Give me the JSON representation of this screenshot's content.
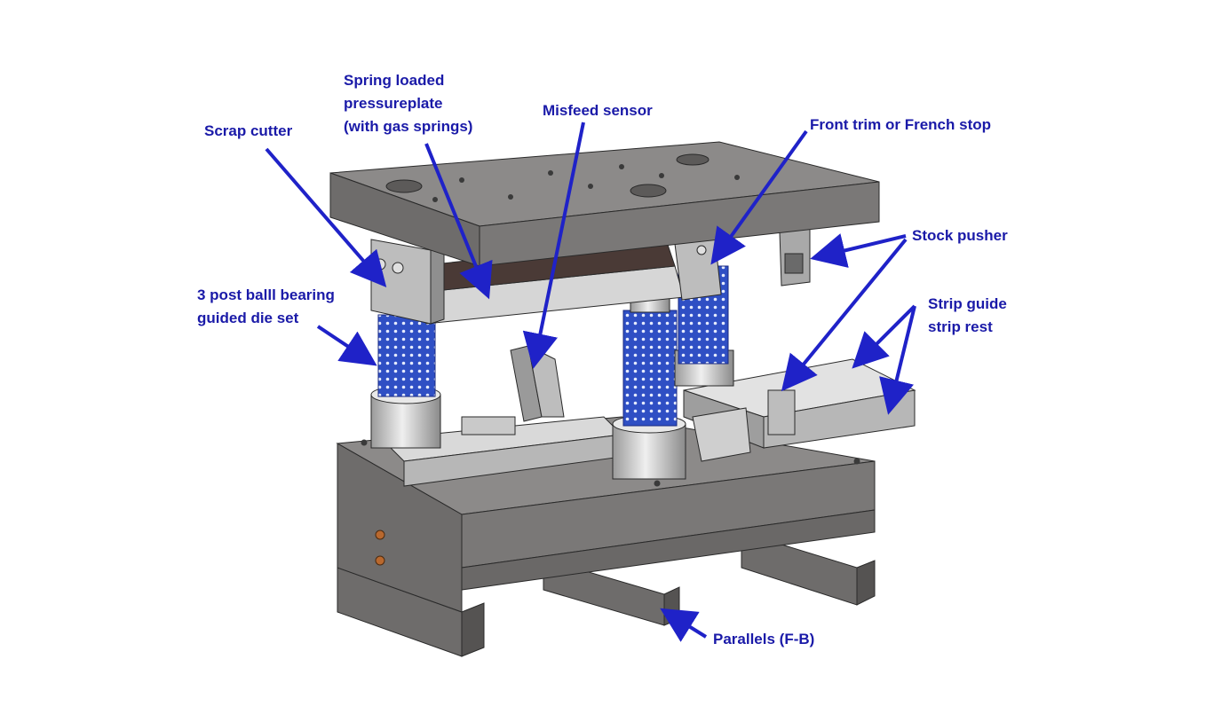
{
  "colors": {
    "label": "#1a1aa8",
    "arrow": "#1f22c8",
    "plate_top": "#8c8a89",
    "plate_front": "#6e6c6b",
    "plate_dark": "#555352",
    "steel_light": "#d9d9d9",
    "steel_mid": "#b7b7b7",
    "bearing_blue": "#2f4fc4",
    "outline": "#2a2a2a"
  },
  "labels": {
    "scrap_cutter": [
      "Scrap cutter"
    ],
    "spring_plate": [
      "Spring loaded",
      "pressureplate",
      "(with gas springs)"
    ],
    "misfeed": [
      "Misfeed sensor"
    ],
    "front_trim": [
      "Front trim or French stop"
    ],
    "stock_pusher": [
      "Stock pusher"
    ],
    "die_set": [
      "3 post balll bearing",
      "guided die set"
    ],
    "strip_guide": [
      "Strip guide",
      "strip rest"
    ],
    "parallels": [
      "Parallels (F-B)"
    ]
  },
  "icons": {
    "arrowhead": "arrowhead-icon",
    "screw": "screw-icon"
  }
}
